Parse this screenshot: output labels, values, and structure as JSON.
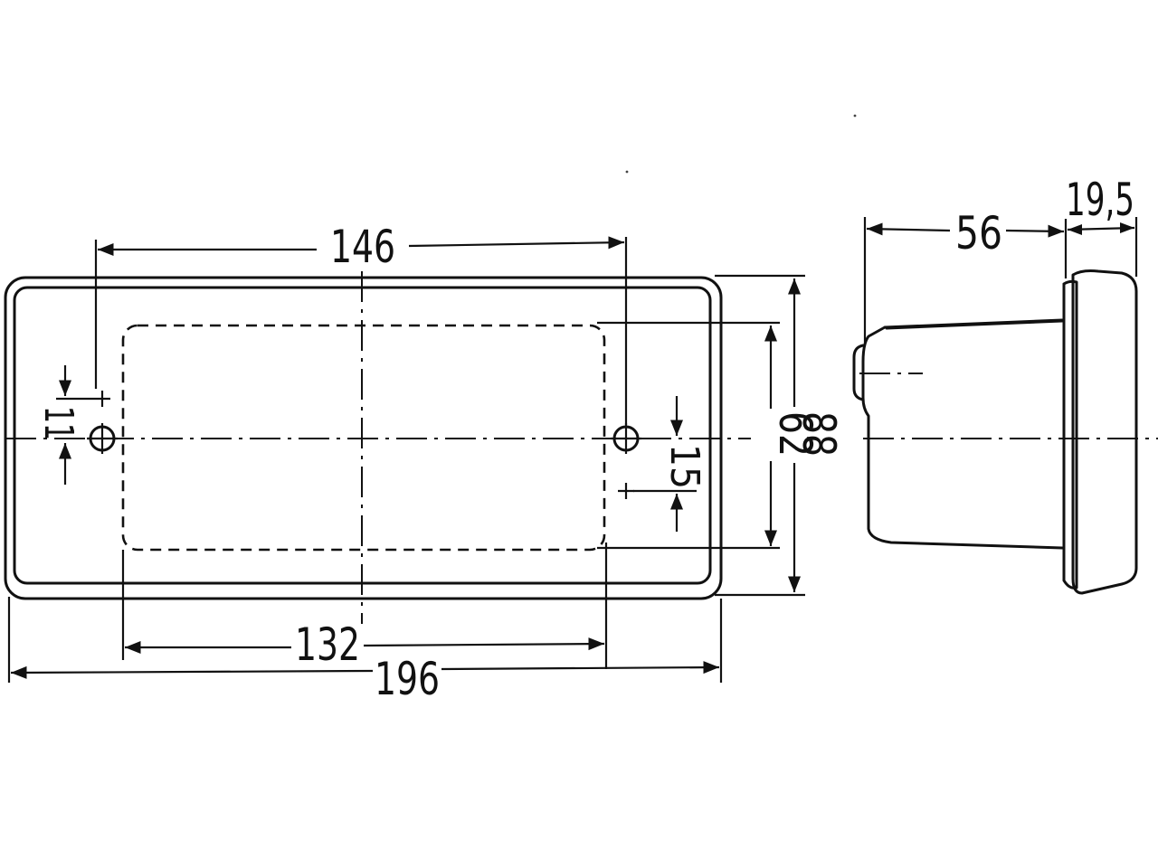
{
  "dimensions": {
    "width_overall": "196",
    "hole_spacing": "146",
    "lens_width": "132",
    "height_overall": "88",
    "lens_height": "62",
    "hole_offset_left": "11",
    "hole_offset_right": "15",
    "depth_body": "56",
    "depth_rim": "19,5"
  },
  "colors": {
    "line": "#111111",
    "background": "#ffffff"
  }
}
